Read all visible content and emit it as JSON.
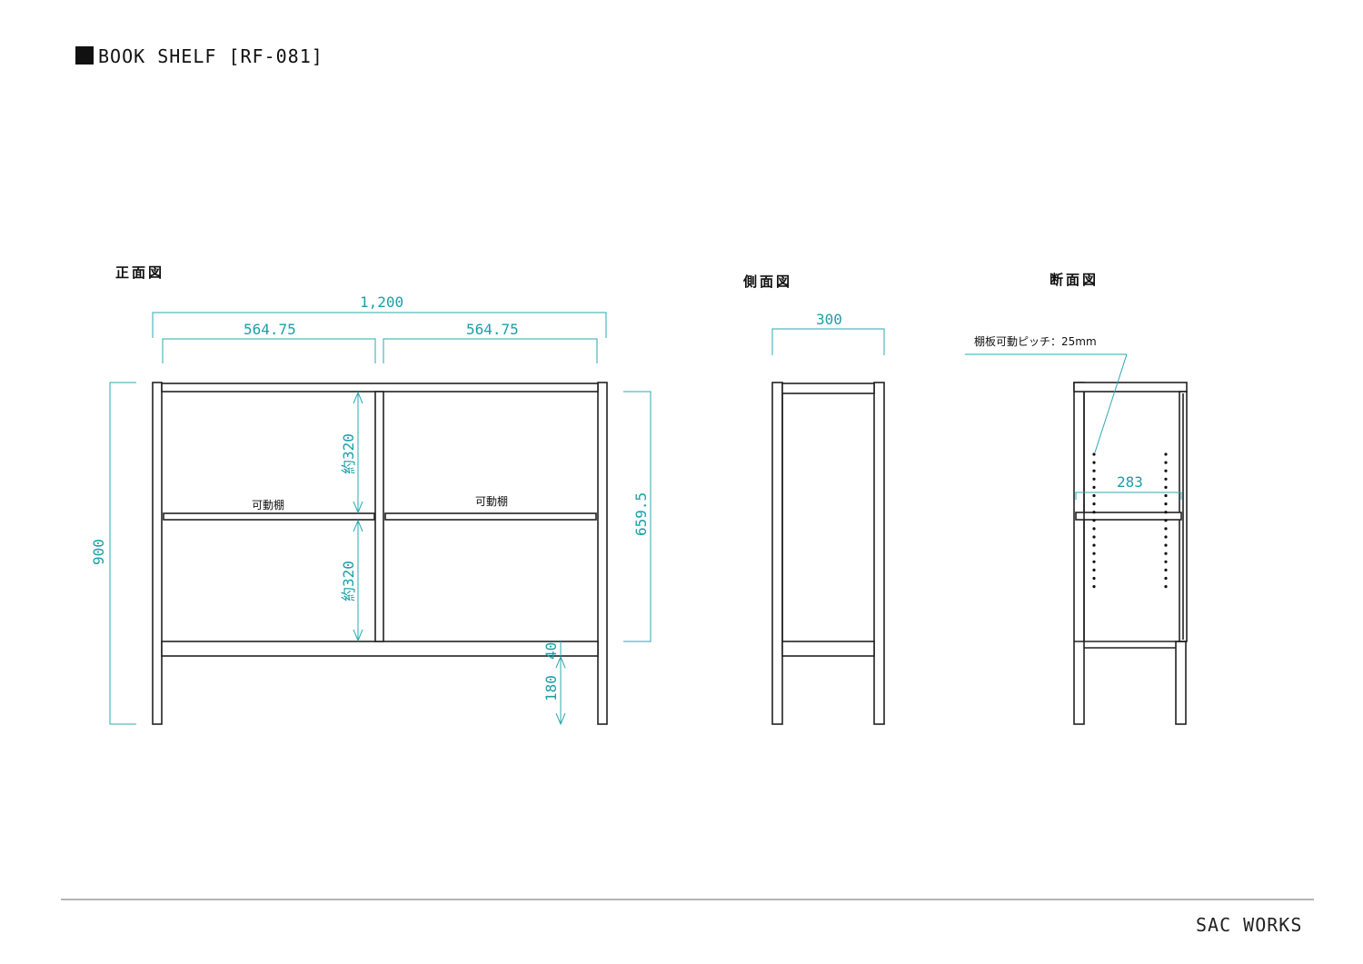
{
  "title": "BOOK SHELF [RF-081]",
  "footer": "SAC WORKS",
  "views": {
    "front_label": "正面図",
    "side_label": "側面図",
    "section_label": "断面図"
  },
  "front_dims": {
    "overall_width": "1,200",
    "left_bay_width": "564.75",
    "right_bay_width": "564.75",
    "overall_height": "900",
    "inner_height": "659.5",
    "upper_opening": "約320",
    "lower_opening": "約320",
    "bottom_board": "40",
    "leg_height": "180"
  },
  "front_notes": {
    "left_shelf": "可動棚",
    "right_shelf": "可動棚"
  },
  "side_dims": {
    "depth": "300"
  },
  "section": {
    "pitch_note": "棚板可動ピッチ：25mm",
    "shelf_depth": "283"
  },
  "colors": {
    "outline": "#222222",
    "dimension": "#2aa8b0"
  }
}
